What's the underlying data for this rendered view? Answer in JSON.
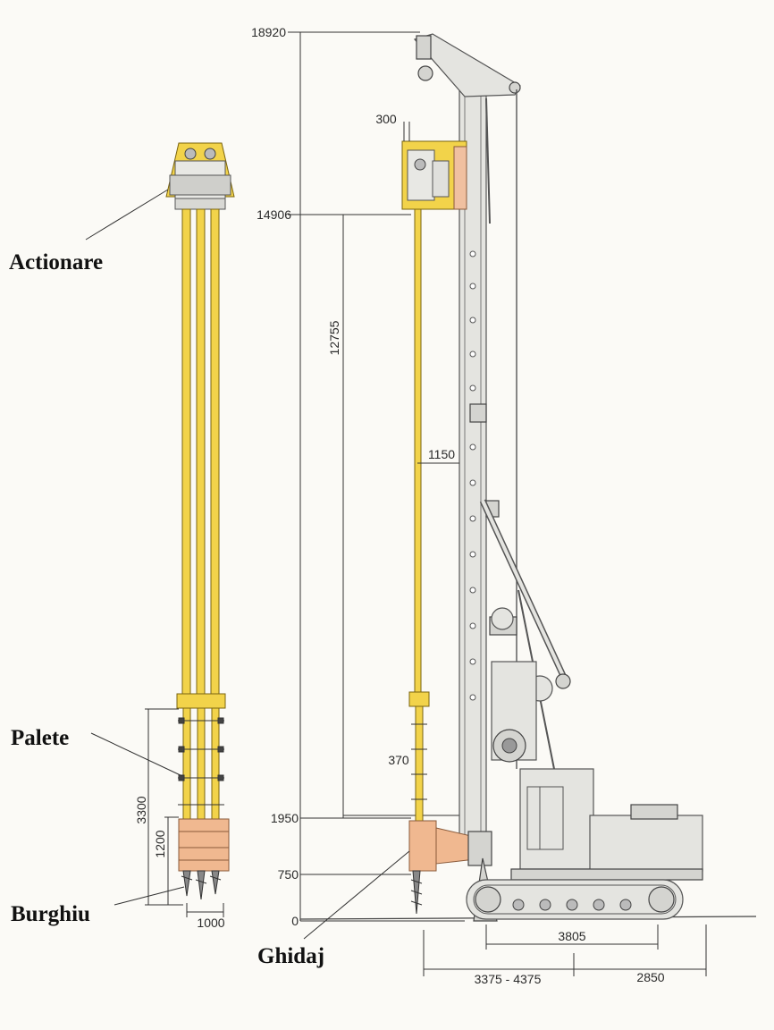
{
  "labels": {
    "actionare": "Actionare",
    "palete": "Palete",
    "burghiu": "Burghiu",
    "ghidaj": "Ghidaj"
  },
  "dimensions": {
    "h_18920": "18920",
    "h_14906": "14906",
    "h_1950": "1950",
    "h_750": "750",
    "h_0": "0",
    "d_12755": "12755",
    "d_300": "300",
    "d_1150": "1150",
    "d_370": "370",
    "d_3300": "3300",
    "d_1200": "1200",
    "d_1000": "1000",
    "d_3805": "3805",
    "d_3375_4375": "3375 - 4375",
    "d_2850": "2850"
  },
  "colors": {
    "rod_yellow": "#f2d34a",
    "guide_orange": "#f0b890",
    "machine_steel": "#e4e4e0",
    "background": "#fbfaf6"
  }
}
